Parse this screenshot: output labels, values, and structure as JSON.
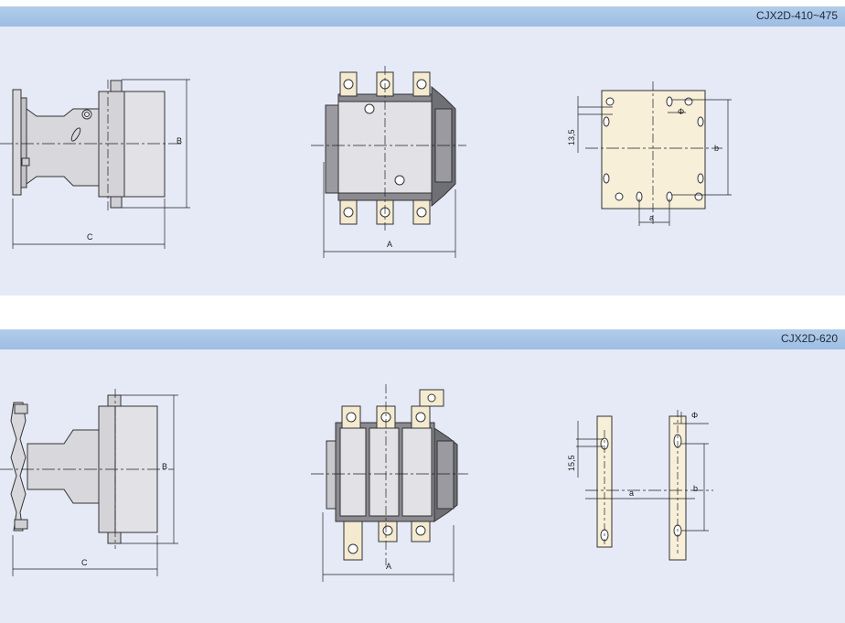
{
  "panels": [
    {
      "title": "CJX2D-410~475",
      "dims": {
        "side_width": "C",
        "side_height": "B",
        "front_width": "A",
        "mount_spacing_v": "13,5",
        "mount_hole": "Φ",
        "mount_b": "b",
        "mount_a": "a"
      }
    },
    {
      "title": "CJX2D-620",
      "dims": {
        "side_width": "C",
        "side_height": "B",
        "front_width": "A",
        "mount_spacing_v": "15,5",
        "mount_hole": "Φ",
        "mount_b": "b",
        "mount_a": "a"
      }
    }
  ],
  "colors": {
    "header": "#9dbde3",
    "body": "#e6eaf7",
    "part_gray": "#d8d8dc",
    "part_dark": "#8a8a90",
    "plate": "#f7efd8",
    "terminal": "#f3ead0"
  }
}
